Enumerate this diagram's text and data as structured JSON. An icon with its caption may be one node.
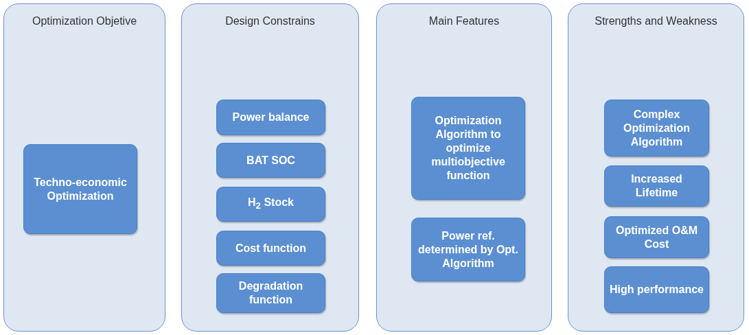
{
  "diagram": {
    "nodes": [
      {
        "text": [
          "Optimization Objetive"
        ]
      },
      {
        "text": [
          "Techno-economic Optimization"
        ],
        "in": 0
      },
      {
        "text": [
          "Design Constrains"
        ]
      },
      {
        "text": [
          "Power balance"
        ],
        "in": 2
      },
      {
        "text": [
          "BAT SOC"
        ],
        "in": 2
      },
      {
        "text": [
          "H$_{2}$ Stock"
        ],
        "in": 2
      },
      {
        "text": [
          "Cost function"
        ],
        "in": 2
      },
      {
        "text": [
          "Degradation function"
        ],
        "in": 2
      },
      {
        "text": [
          "Main Features"
        ]
      },
      {
        "text": [
          "Optimization Algorithm to optimize multiobjective function"
        ],
        "in": 8
      },
      {
        "text": [
          "Power ref. determined by Opt. Algorithm"
        ],
        "in": 8
      },
      {
        "text": [
          "Strengths and Weakness"
        ]
      },
      {
        "text": [
          "Complex Optimization Algorithm"
        ],
        "in": 11
      },
      {
        "text": [
          "Increased Lifetime"
        ],
        "in": 11
      },
      {
        "text": [
          "Optimized O&M Cost"
        ],
        "in": 11
      },
      {
        "text": [
          "High performance"
        ],
        "in": 11
      }
    ]
  }
}
